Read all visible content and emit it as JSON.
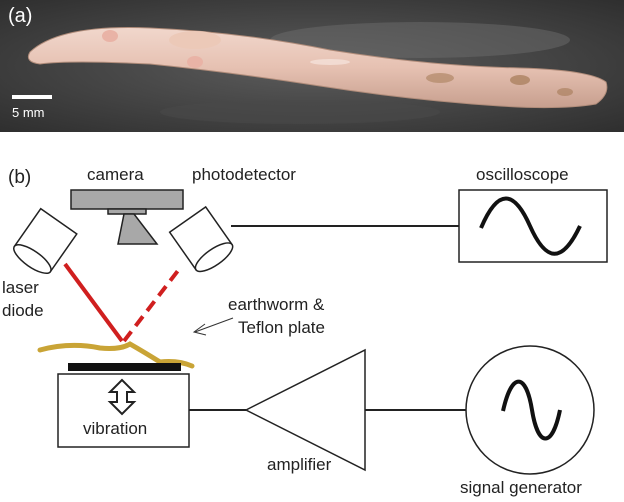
{
  "panel_a": {
    "label": "(a)",
    "scale_bar_text": "5 mm"
  },
  "panel_b": {
    "label": "(b)",
    "camera": "camera",
    "photodetector": "photodetector",
    "oscilloscope": "oscilloscope",
    "laser_diode_line1": "laser",
    "laser_diode_line2": "diode",
    "sample_line1": "earthworm &",
    "sample_line2": "Teflon plate",
    "vibration": "vibration",
    "amplifier": "amplifier",
    "signal_generator": "signal generator"
  },
  "colors": {
    "laser_beam": "#d01f1f",
    "earthworm": "#c9a436",
    "line": "#222222",
    "component_fill": "#ffffff",
    "camera_fill": "#a8a8a8"
  },
  "icons": {
    "sine_wave": "sine-wave-icon",
    "double_arrow": "double-arrow-icon"
  }
}
